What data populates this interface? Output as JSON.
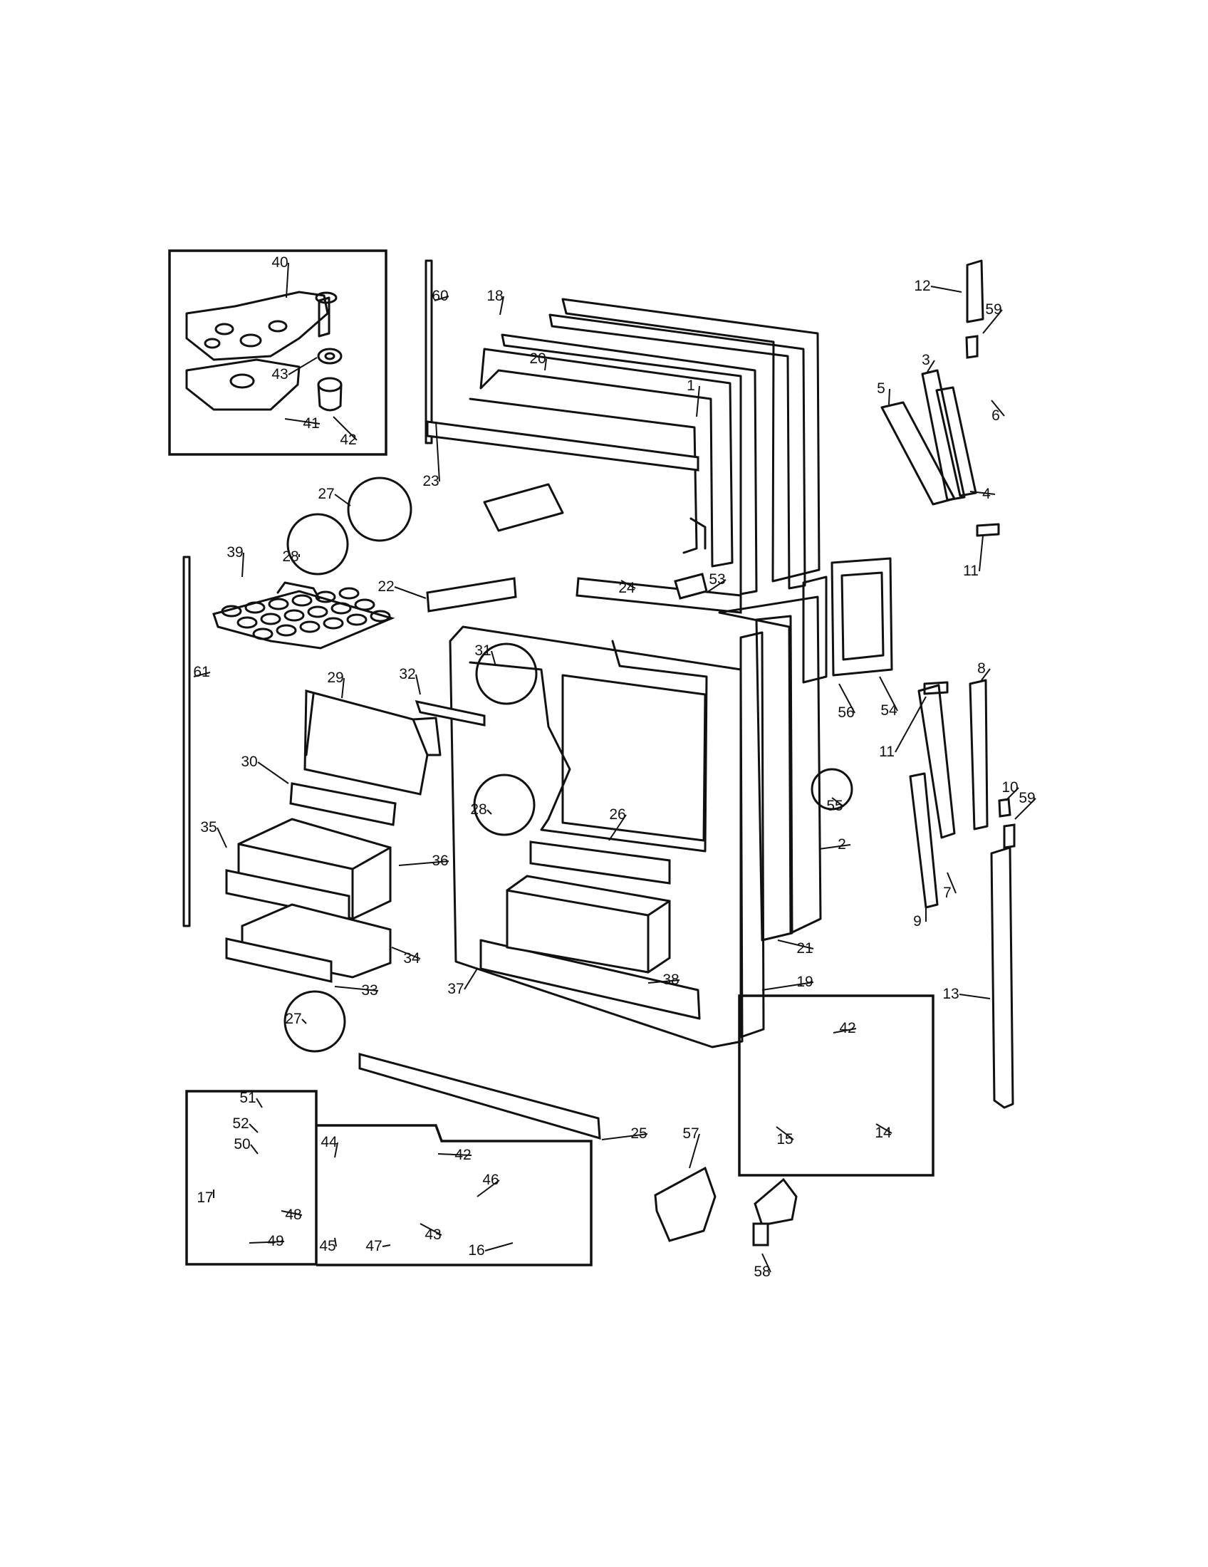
{
  "diagram": {
    "colors": {
      "ink": "#111111",
      "paper": "#ffffff"
    },
    "callouts": [
      {
        "id": "c1",
        "text": "1"
      },
      {
        "id": "c2",
        "text": "2"
      },
      {
        "id": "c3",
        "text": "3"
      },
      {
        "id": "c4",
        "text": "4"
      },
      {
        "id": "c5",
        "text": "5"
      },
      {
        "id": "c6",
        "text": "6"
      },
      {
        "id": "c7",
        "text": "7"
      },
      {
        "id": "c8",
        "text": "8"
      },
      {
        "id": "c9",
        "text": "9"
      },
      {
        "id": "c10",
        "text": "10"
      },
      {
        "id": "c11a",
        "text": "11"
      },
      {
        "id": "c11b",
        "text": "11"
      },
      {
        "id": "c12",
        "text": "12"
      },
      {
        "id": "c13",
        "text": "13"
      },
      {
        "id": "c14",
        "text": "14"
      },
      {
        "id": "c15",
        "text": "15"
      },
      {
        "id": "c16",
        "text": "16"
      },
      {
        "id": "c17",
        "text": "17"
      },
      {
        "id": "c18",
        "text": "18"
      },
      {
        "id": "c19",
        "text": "19"
      },
      {
        "id": "c20",
        "text": "20"
      },
      {
        "id": "c21",
        "text": "21"
      },
      {
        "id": "c22",
        "text": "22"
      },
      {
        "id": "c23",
        "text": "23"
      },
      {
        "id": "c24",
        "text": "24"
      },
      {
        "id": "c25",
        "text": "25"
      },
      {
        "id": "c26",
        "text": "26"
      },
      {
        "id": "c27a",
        "text": "27"
      },
      {
        "id": "c27b",
        "text": "27"
      },
      {
        "id": "c28a",
        "text": "28"
      },
      {
        "id": "c28b",
        "text": "28"
      },
      {
        "id": "c29",
        "text": "29"
      },
      {
        "id": "c30",
        "text": "30"
      },
      {
        "id": "c31",
        "text": "31"
      },
      {
        "id": "c32",
        "text": "32"
      },
      {
        "id": "c33",
        "text": "33"
      },
      {
        "id": "c34",
        "text": "34"
      },
      {
        "id": "c35",
        "text": "35"
      },
      {
        "id": "c36",
        "text": "36"
      },
      {
        "id": "c37",
        "text": "37"
      },
      {
        "id": "c38",
        "text": "38"
      },
      {
        "id": "c39",
        "text": "39"
      },
      {
        "id": "c40",
        "text": "40"
      },
      {
        "id": "c41",
        "text": "41"
      },
      {
        "id": "c42a",
        "text": "42"
      },
      {
        "id": "c42b",
        "text": "42"
      },
      {
        "id": "c42c",
        "text": "42"
      },
      {
        "id": "c43a",
        "text": "43"
      },
      {
        "id": "c43b",
        "text": "43"
      },
      {
        "id": "c44",
        "text": "44"
      },
      {
        "id": "c45",
        "text": "45"
      },
      {
        "id": "c46",
        "text": "46"
      },
      {
        "id": "c47",
        "text": "47"
      },
      {
        "id": "c48",
        "text": "48"
      },
      {
        "id": "c49",
        "text": "49"
      },
      {
        "id": "c50",
        "text": "50"
      },
      {
        "id": "c51",
        "text": "51"
      },
      {
        "id": "c52",
        "text": "52"
      },
      {
        "id": "c53",
        "text": "53"
      },
      {
        "id": "c54",
        "text": "54"
      },
      {
        "id": "c55",
        "text": "55"
      },
      {
        "id": "c56",
        "text": "56"
      },
      {
        "id": "c57",
        "text": "57"
      },
      {
        "id": "c58",
        "text": "58"
      },
      {
        "id": "c59a",
        "text": "59"
      },
      {
        "id": "c59b",
        "text": "59"
      },
      {
        "id": "c60",
        "text": "60"
      },
      {
        "id": "c61",
        "text": "61"
      }
    ]
  }
}
